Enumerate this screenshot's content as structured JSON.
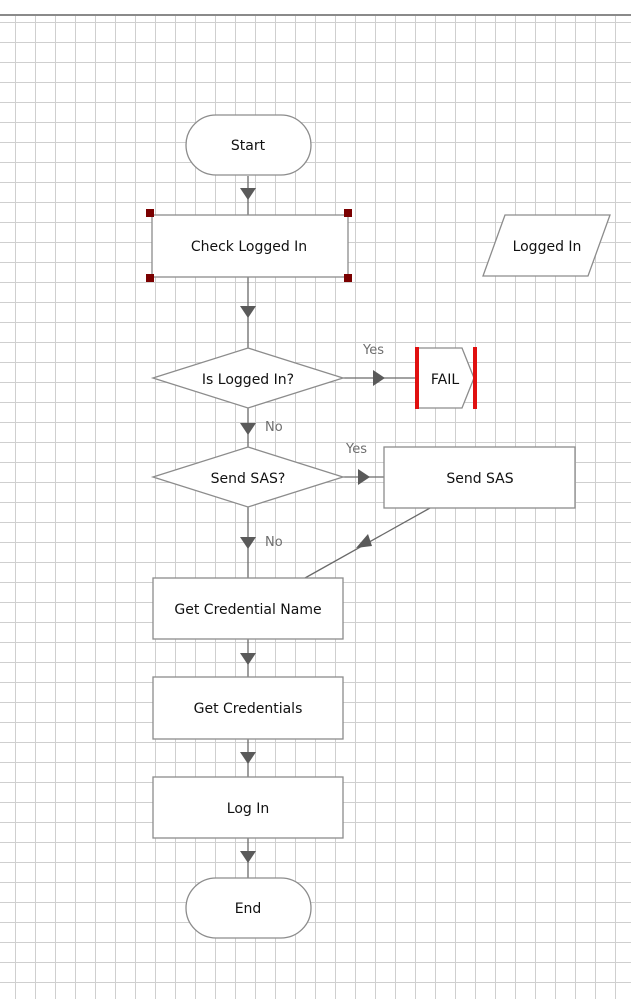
{
  "flowchart": {
    "nodes": {
      "start": "Start",
      "check_logged_in": "Check Logged In",
      "logged_in_data": "Logged In",
      "is_logged_in": "Is Logged In?",
      "fail": "FAIL",
      "send_sas_decision": "Send SAS?",
      "send_sas": "Send SAS",
      "get_credential_name": "Get Credential Name",
      "get_credentials": "Get Credentials",
      "log_in": "Log In",
      "end": "End"
    },
    "edge_labels": {
      "is_logged_in_yes": "Yes",
      "is_logged_in_no": "No",
      "send_sas_yes": "Yes",
      "send_sas_no": "No"
    }
  },
  "colors": {
    "grid": "#cfcfcf",
    "shape_border": "#8c8c8c",
    "connector": "#6a6a6a",
    "selection_handle": "#7a0000",
    "fail_bar": "#e01010"
  }
}
